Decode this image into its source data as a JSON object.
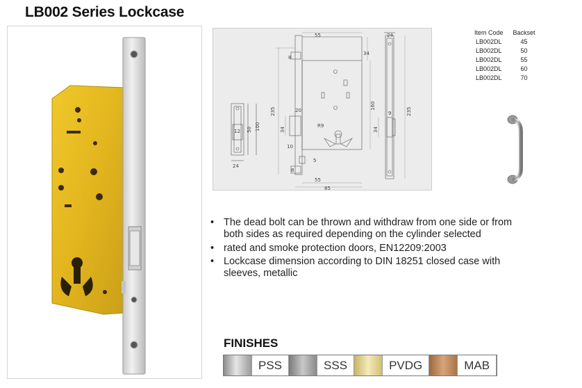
{
  "title": "LB002 Series Lockcase",
  "table": {
    "headers": [
      "Item Code",
      "Backset"
    ],
    "rows": [
      [
        "LB002DL",
        "45"
      ],
      [
        "LB002DL",
        "50"
      ],
      [
        "LB002DL",
        "55"
      ],
      [
        "LB002DL",
        "60"
      ],
      [
        "LB002DL",
        "70"
      ]
    ]
  },
  "drawing": {
    "dimensions": [
      "55",
      "34",
      "8",
      "24",
      "235",
      "160",
      "235",
      "20",
      "100",
      "50",
      "12",
      "34",
      "10",
      "R9",
      "34",
      "9",
      "5",
      "8",
      "24",
      "55",
      "85"
    ]
  },
  "features": [
    "The dead bolt can be thrown and withdraw from one side or from both sides as required depending on the cylinder selected",
    "",
    "rated and smoke protection doors, EN12209:2003",
    "Lockcase dimension according to DIN 18251 closed case with sleeves, metallic"
  ],
  "finishes": {
    "title": "FINISHES",
    "items": [
      "PSS",
      "SSS",
      "PVDG",
      "MAB"
    ]
  },
  "colors": {
    "lock_body": "#e4bb22",
    "faceplate": "#e2e2e2",
    "drawing_bg": "#ececec"
  }
}
